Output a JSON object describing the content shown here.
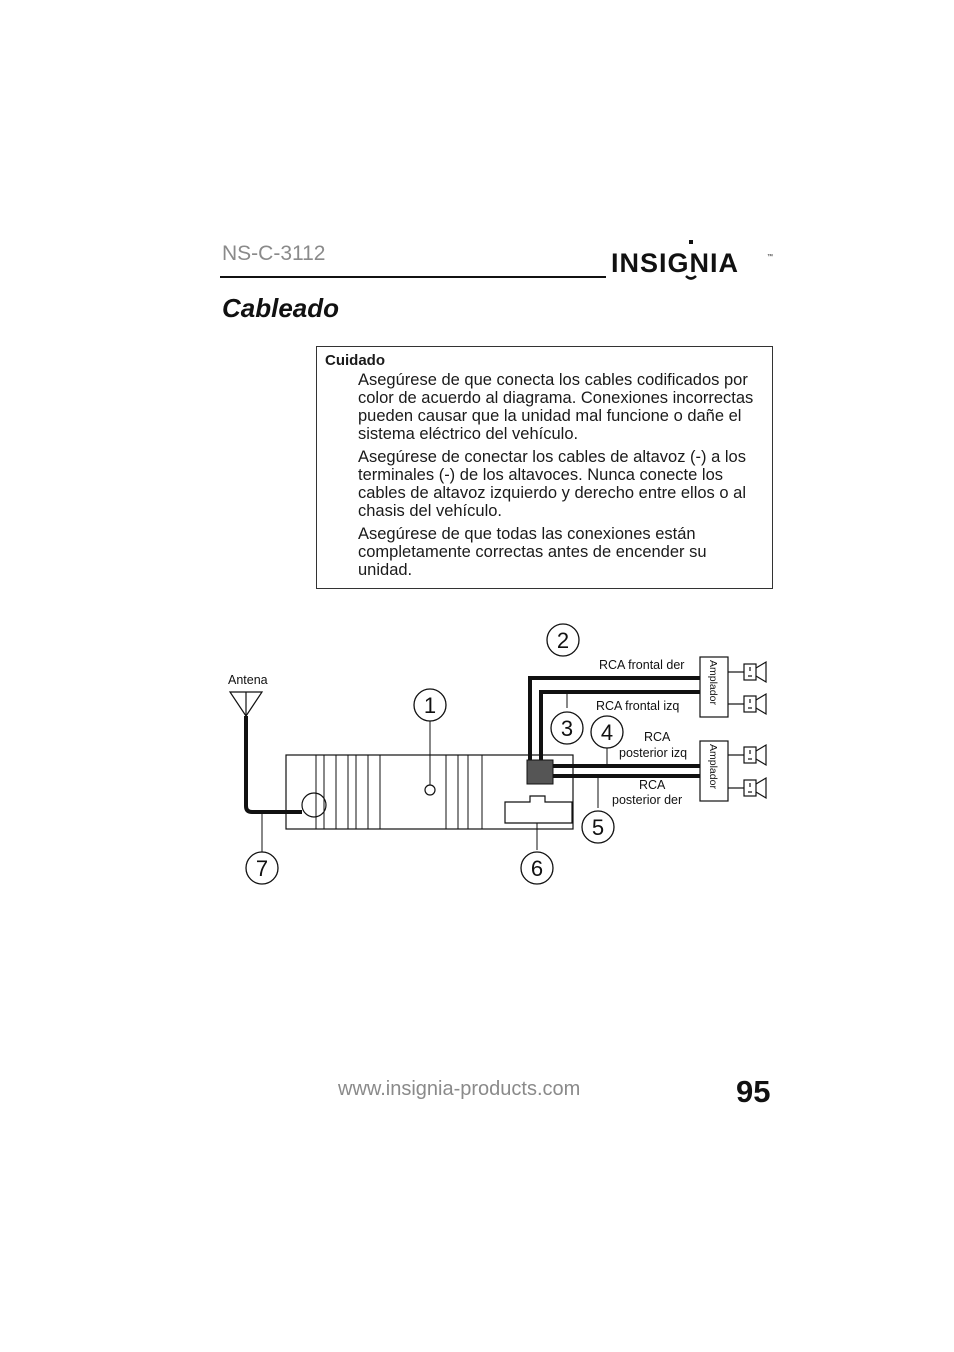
{
  "header": {
    "model": "NS-C-3112",
    "brand": "INSIGNIA"
  },
  "section_title": "Cableado",
  "caution": {
    "label": "Cuidado",
    "paragraphs": [
      "Asegúrese de que conecta los cables codificados por color de acuerdo al diagrama. Conexiones incorrectas pueden causar que la unidad mal funcione o dañe el sistema eléctrico del vehículo.",
      "Asegúrese de conectar los cables de altavoz (-) a los terminales (-) de los altavoces. Nunca conecte los cables de altavoz izquierdo y derecho entre ellos o al chasis del vehículo.",
      "Asegúrese de que todas las conexiones están completamente correctas antes de encender su unidad."
    ]
  },
  "diagram": {
    "antenna_label": "Antena",
    "callouts": [
      "1",
      "2",
      "3",
      "4",
      "5",
      "6",
      "7"
    ],
    "labels": {
      "rca_front_right": "RCA frontal der",
      "rca_front_left": "RCA frontal izq",
      "rca_rear_left_1": "RCA",
      "rca_rear_left_2": "posterior izq",
      "rca_rear_right_1": "RCA",
      "rca_rear_right_2": "posterior der",
      "amplifier_top": "Amplador",
      "amplifier_bottom": "Amplador"
    }
  },
  "footer": {
    "url": "www.insignia-products.com",
    "page_number": "95"
  }
}
